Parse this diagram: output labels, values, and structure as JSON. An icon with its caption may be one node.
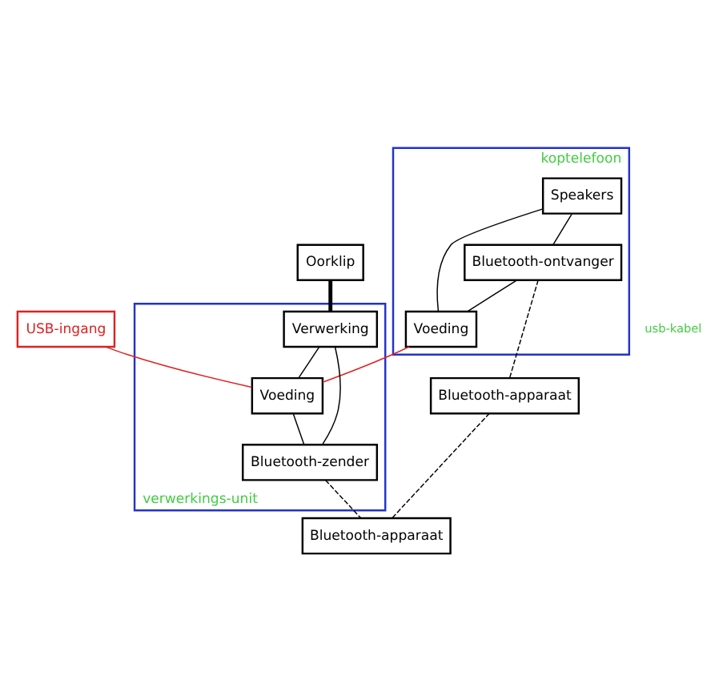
{
  "diagram": {
    "nodes": [
      {
        "text": [
          "USB-ingang"
        ]
      },
      {
        "text": [
          "Oorklip"
        ]
      },
      {
        "text": [
          "koptelefoon"
        ]
      },
      {
        "text": [
          "Speakers"
        ],
        "in": 2
      },
      {
        "text": [
          "Voeding"
        ],
        "in": 2
      },
      {
        "text": [
          "Bluetooth-ontvanger"
        ],
        "in": 2
      },
      {
        "text": [
          "verwerkings-unit"
        ]
      },
      {
        "text": [
          "Verwerking"
        ],
        "in": 6
      },
      {
        "text": [
          "Voeding"
        ],
        "in": 6
      },
      {
        "text": [
          "Bluetooth-zender"
        ],
        "in": 6
      },
      {
        "text": [
          "Bluetooth-apparaat"
        ]
      },
      {
        "text": [
          "Bluetooth-apparaat"
        ]
      }
    ],
    "edges": [
      {
        "from": 3,
        "to": 4,
        "arrow": "none"
      },
      {
        "from": 3,
        "to": 5,
        "arrow": "none"
      },
      {
        "from": 5,
        "to": 4,
        "arrow": "none"
      },
      {
        "from": 0,
        "to": 8,
        "arrow": "none",
        "color": "#dd2222"
      },
      {
        "from": 4,
        "to": 8,
        "arrow": "none",
        "color": "#dd2222"
      },
      {
        "from": 1,
        "to": 7,
        "arrow": "none",
        "style": "thick"
      },
      {
        "from": 7,
        "to": 8,
        "arrow": "none"
      },
      {
        "from": 7,
        "to": 9,
        "arrow": "none"
      },
      {
        "from": 8,
        "to": 9,
        "arrow": "none"
      },
      {
        "from": 5,
        "to": 10,
        "arrow": "none",
        "style": "dashed"
      },
      {
        "from": 9,
        "to": 11,
        "arrow": "none",
        "style": "dashed"
      },
      {
        "from": 10,
        "to": 11,
        "arrow": "none",
        "style": "dashed"
      }
    ],
    "labels": [
      "usb-kabel"
    ]
  }
}
